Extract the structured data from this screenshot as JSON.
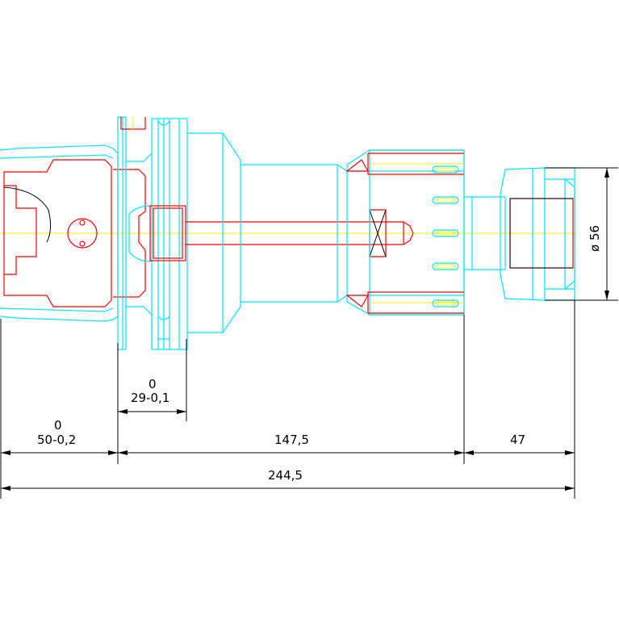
{
  "colors": {
    "outline": "#00e5ff",
    "section": "#ff0000",
    "centerline": "#ffee00",
    "dimension": "#000000",
    "background": "#ffffff"
  },
  "dimensions": {
    "tol_29_upper": "0",
    "tol_29_value": "29-0,1",
    "tol_50_upper": "0",
    "tol_50_value": "50-0,2",
    "len_147": "147,5",
    "len_47": "47",
    "len_total": "244,5",
    "diameter": "ø 56"
  }
}
